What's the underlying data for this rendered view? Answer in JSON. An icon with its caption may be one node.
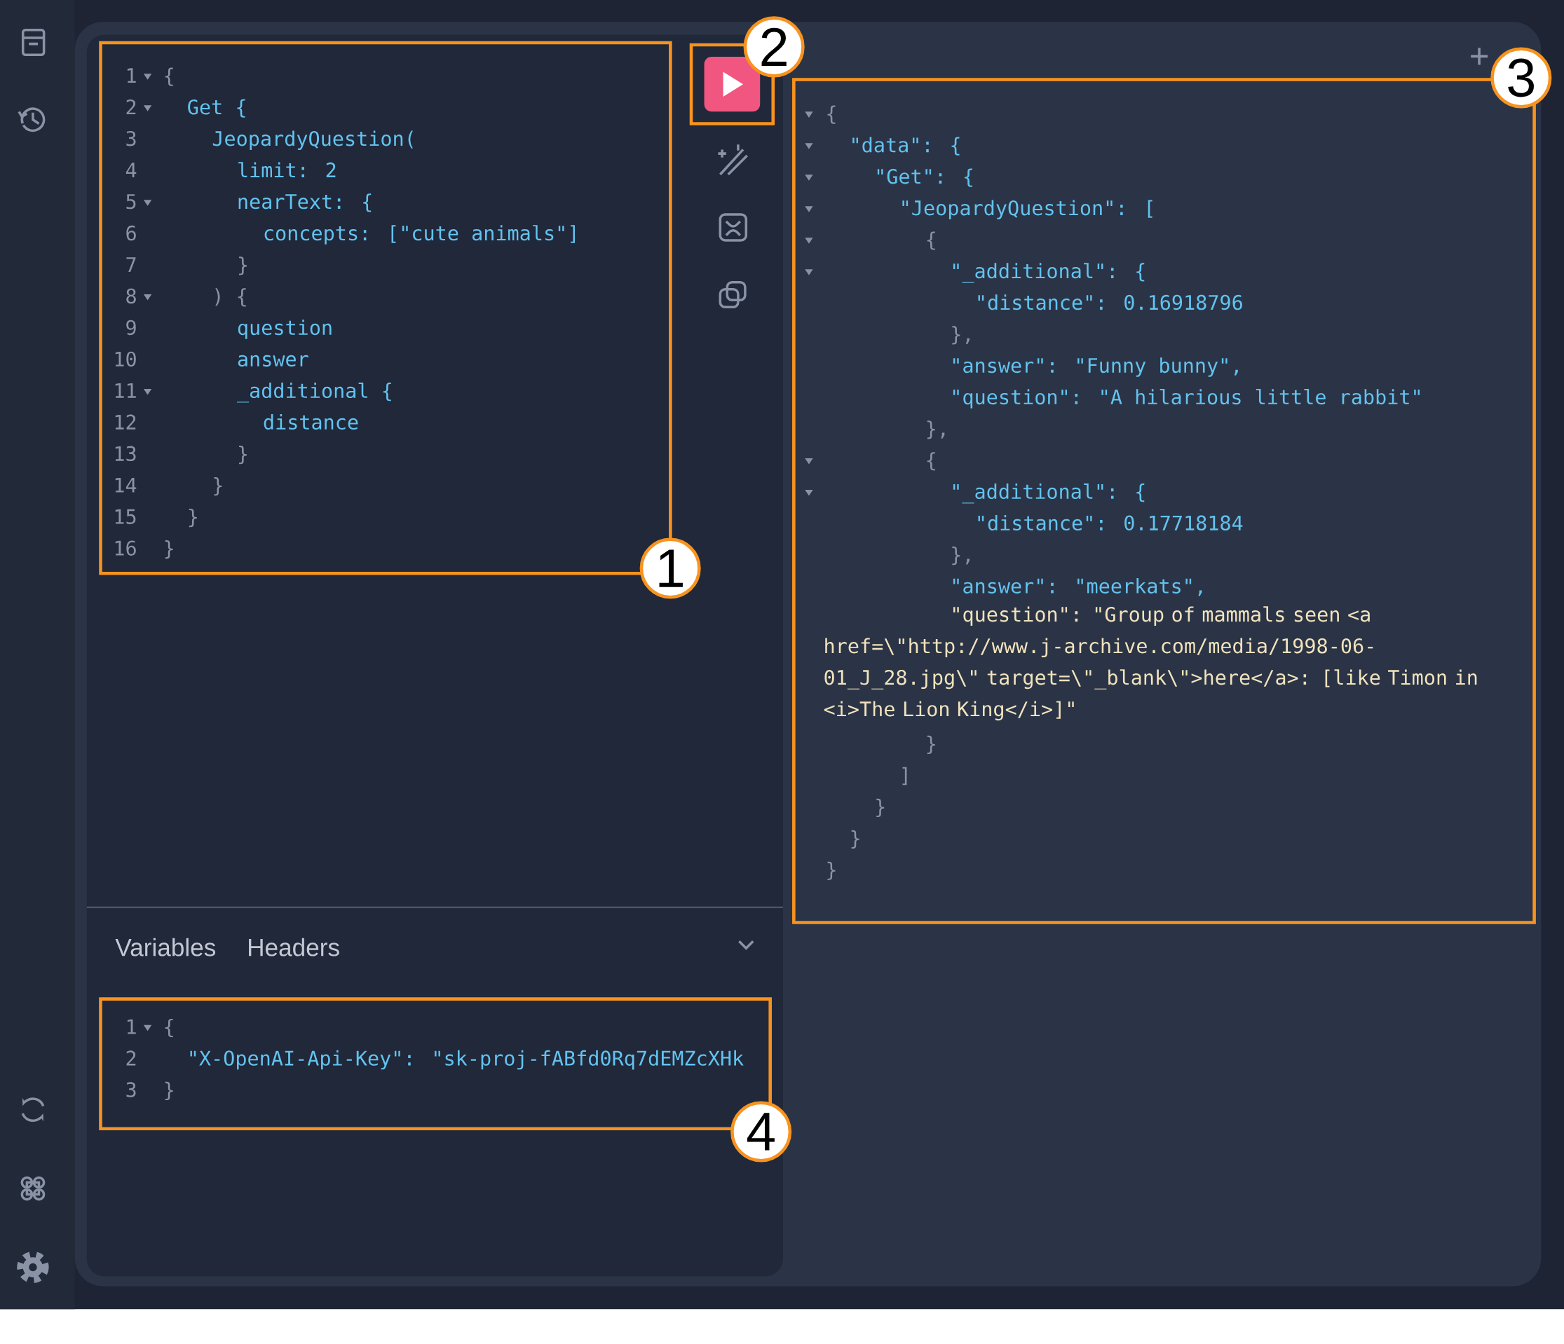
{
  "diagram": {
    "nodes": [
      {
        "text": [
          "{",
          "Get {",
          "JeopardyQuestion(",
          "limit: 2",
          "nearText: {",
          "concepts: [\"cute animals\"]",
          "}",
          ") {",
          "question",
          "answer",
          "_additional {",
          "distance",
          "}",
          "}",
          "}",
          "}"
        ],
        "beside": [
          "1"
        ]
      },
      {
        "text": [],
        "shape": "box",
        "beside": [
          "2"
        ]
      },
      {
        "text": [
          "{",
          "\"data\": {",
          "\"Get\": {",
          "\"JeopardyQuestion\": [",
          "{",
          "\"_additional\": {",
          "\"distance\": 0.16918796",
          "},",
          "\"answer\": \"Funny bunny\",",
          "\"question\": \"A hilarious little rabbit\"",
          "},",
          "{",
          "\"_additional\": {",
          "\"distance\": 0.17718184",
          "},",
          "\"answer\": \"meerkats\",",
          "\"question\": \"Group of mammals seen <a href=\\\"http://www.j-archive.com/media/1998-06-01_J_28.jpg\\\" target=\\\"_blank\\\">here</a>:  [like Timon in <i>The Lion King</i>]\"",
          "}",
          "]",
          "}",
          "}",
          "}"
        ],
        "beside": [
          "3"
        ]
      },
      {
        "text": [
          "{",
          "\"X-OpenAI-Api-Key\": \"sk-proj-fABfd0Rq7dEMZcXHk",
          "}"
        ],
        "beside": [
          "4"
        ]
      }
    ],
    "labels": [
      "1",
      "2",
      "3",
      "4",
      "5",
      "6",
      "7",
      "8",
      "9",
      "10",
      "11",
      "12",
      "13",
      "14",
      "15",
      "16",
      "+",
      "Variables",
      "Headers",
      "1",
      "2",
      "3"
    ]
  }
}
